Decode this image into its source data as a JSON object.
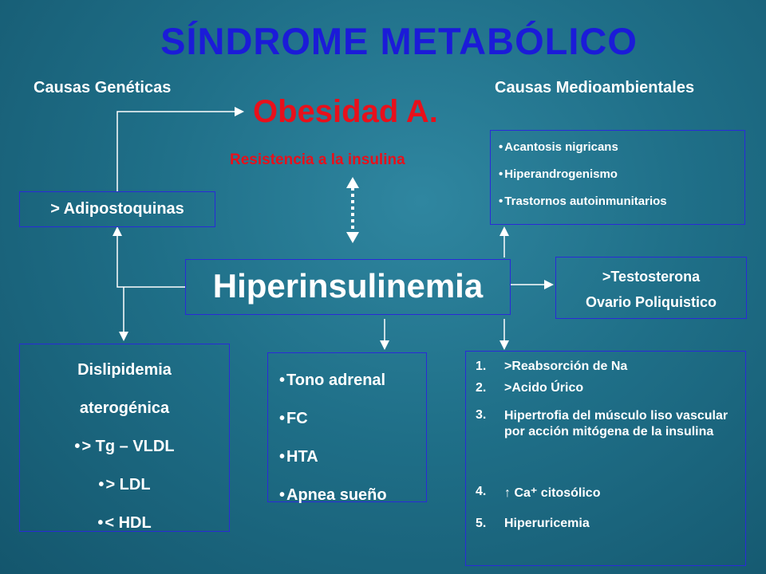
{
  "title": "SÍNDROME  METABÓLICO",
  "causes": {
    "genetic": "Causas Genéticas",
    "environmental": "Causas Medioambientales"
  },
  "obesity": {
    "title": "Obesidad A.",
    "subtitle": "Resistencia a la insulina"
  },
  "adipo": "> Adipostoquinas",
  "hyperinsulinemia": "Hiperinsulinemia",
  "environmental_list": [
    "Acantosis nigricans",
    "Hiperandrogenismo",
    "Trastornos autoinmunitarios"
  ],
  "testosterone": {
    "line1": ">Testosterona",
    "line2": "Ovario Poliquistico"
  },
  "dyslipidemia": {
    "title1": "Dislipidemia",
    "title2": "aterogénica",
    "items": [
      "> Tg – VLDL",
      "> LDL",
      "< HDL"
    ]
  },
  "adrenal_list": [
    "Tono adrenal",
    "FC",
    "HTA",
    "Apnea sueño"
  ],
  "effects_list": [
    ">Reabsorción de Na",
    ">Acido Úrico",
    "Hipertrofia del músculo liso vascular por acción mitógena de la insulina",
    "↑ Ca⁺  citosólico",
    "Hiperuricemia"
  ],
  "colors": {
    "title": "#1b1bd8",
    "red": "#e8101b",
    "border": "#2a2ad8",
    "background": "#1f6f88"
  }
}
